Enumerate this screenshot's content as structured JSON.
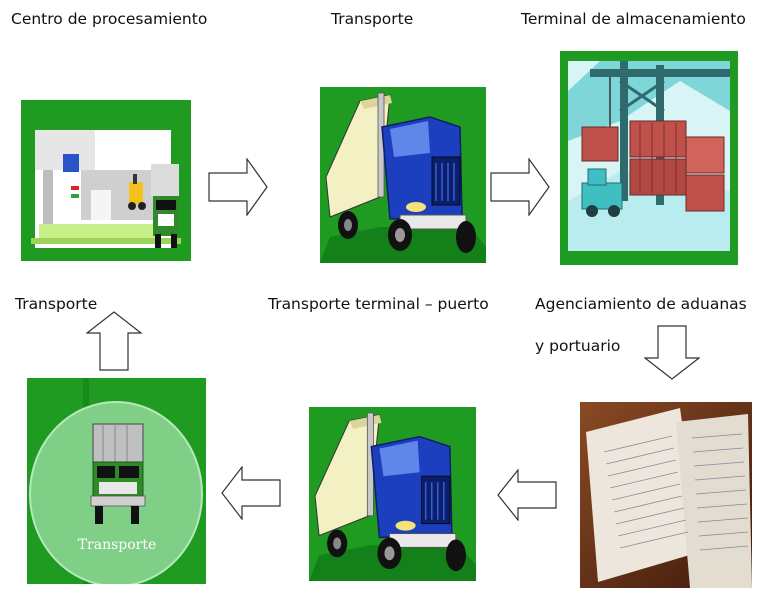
{
  "labels": {
    "processing_center": "Centro de procesamiento",
    "transport_top": "Transporte",
    "storage_terminal": "Terminal de almacenamiento",
    "transport_left": "Transporte",
    "terminal_port_transport": "Transporte terminal – puerto",
    "customs_line1": "Agenciamiento de aduanas",
    "customs_line2": "y portuario"
  },
  "clipart": {
    "transport_circle_caption": "Transporte"
  },
  "colors": {
    "tile_green": "#1f9b22",
    "truck_blue": "#1c3fbf",
    "container_red": "#c0504a",
    "arrow_outline": "#333333"
  },
  "icons": [
    "processing-building-icon",
    "blue-truck-icon",
    "port-crane-icon",
    "customs-documents-icon",
    "transport-circle-icon",
    "outline-arrow-icon"
  ]
}
